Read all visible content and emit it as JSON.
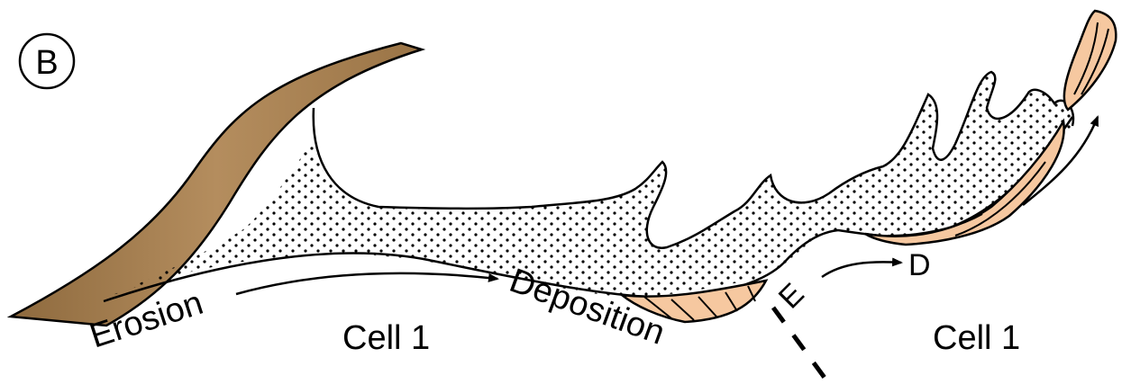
{
  "panel": {
    "letter": "B"
  },
  "labels": {
    "erosion": "Erosion",
    "deposition": "Deposition",
    "cell_left": "Cell 1",
    "cell_right": "Cell 1",
    "e": "E",
    "d": "D"
  },
  "colors": {
    "cliff_fill": "#a07a4c",
    "deposit_fill": "#f6c8a0",
    "line": "#000000",
    "background": "#ffffff"
  }
}
